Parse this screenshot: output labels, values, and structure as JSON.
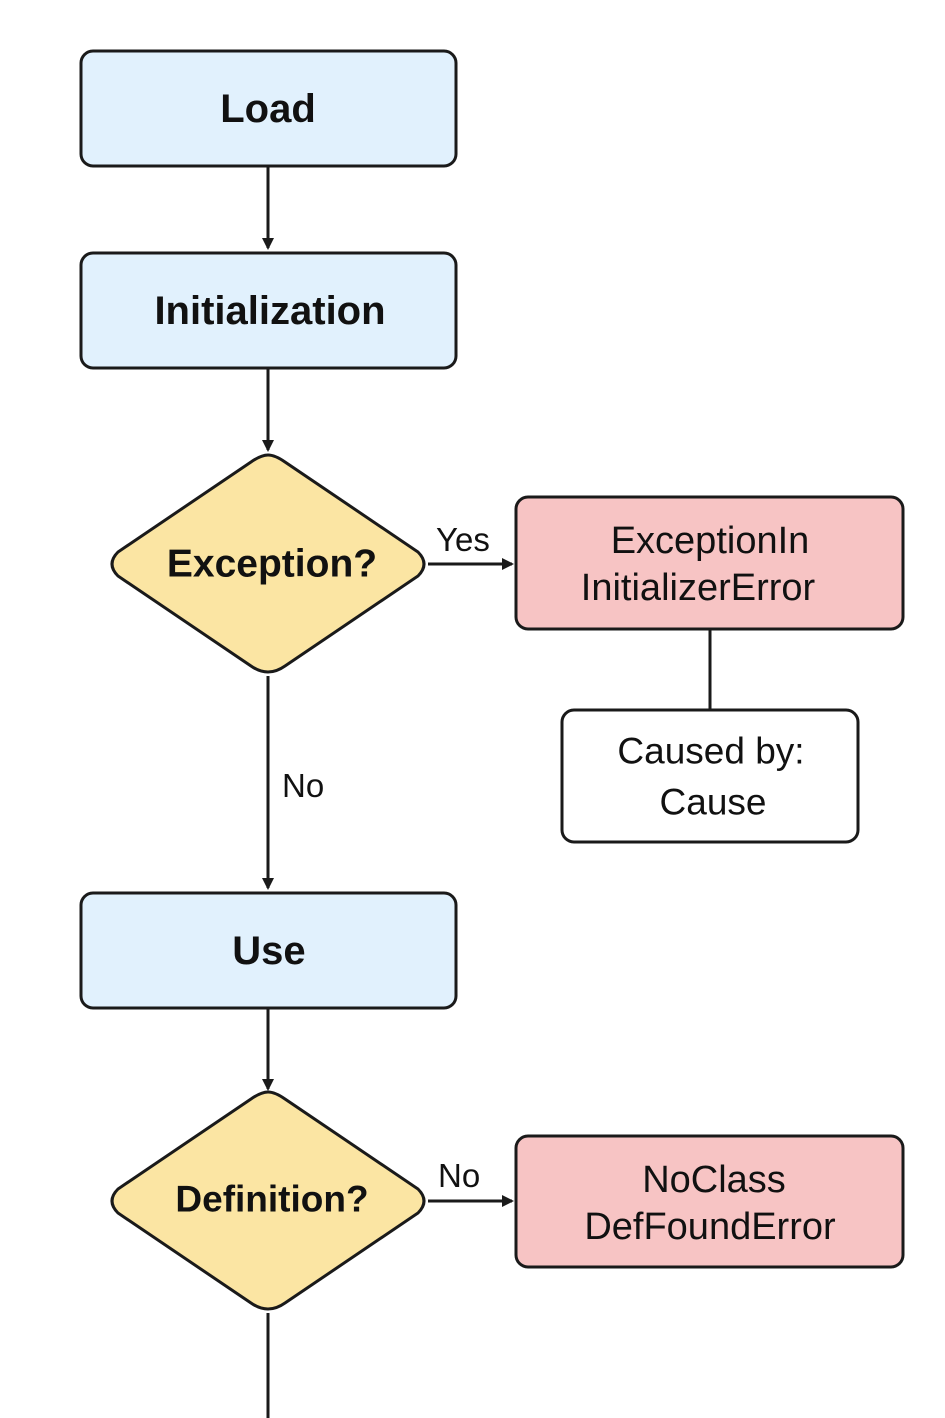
{
  "colors": {
    "process": "#e1f1fd",
    "decision": "#fbe5a3",
    "error": "#f7c4c4",
    "note": "#ffffff",
    "stroke": "#1a1a1a"
  },
  "nodes": {
    "load": "Load",
    "initialization": "Initialization",
    "exception_decision": "Exception?",
    "exception_error_line1": "ExceptionIn",
    "exception_error_line2": "InitializerError",
    "cause_line1": "Caused by:",
    "cause_line2": "Cause",
    "use": "Use",
    "definition_decision": "Definition?",
    "noclass_line1": "NoClass",
    "noclass_line2": "DefFoundError"
  },
  "edges": {
    "exception_yes": "Yes",
    "exception_no": "No",
    "definition_no": "No"
  }
}
